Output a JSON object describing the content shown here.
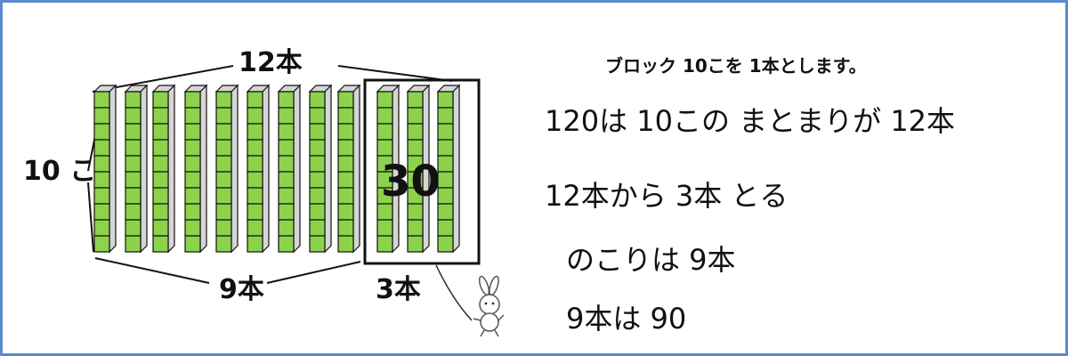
{
  "diagram": {
    "label_total": "12本",
    "label_height": "10 こ",
    "label_remaining": "9本",
    "label_taken": "3本",
    "label_taken_value": "30",
    "stick_count": 12,
    "blocks_per_stick": 10,
    "taken_count": 3,
    "colors": {
      "block_fill": "#8cd24a",
      "block_side": "#d6d6d6",
      "outline": "#111111",
      "frame": "#5b8bd0"
    }
  },
  "text": {
    "line0": "ブロック 10こを 1本とします。",
    "line1": "120は 10この まとまりが 12本",
    "line2": "12本から 3本 とる",
    "line3": "のこりは 9本",
    "line4": "9本は 90"
  },
  "icons": {
    "mascot": "rabbit-icon"
  }
}
